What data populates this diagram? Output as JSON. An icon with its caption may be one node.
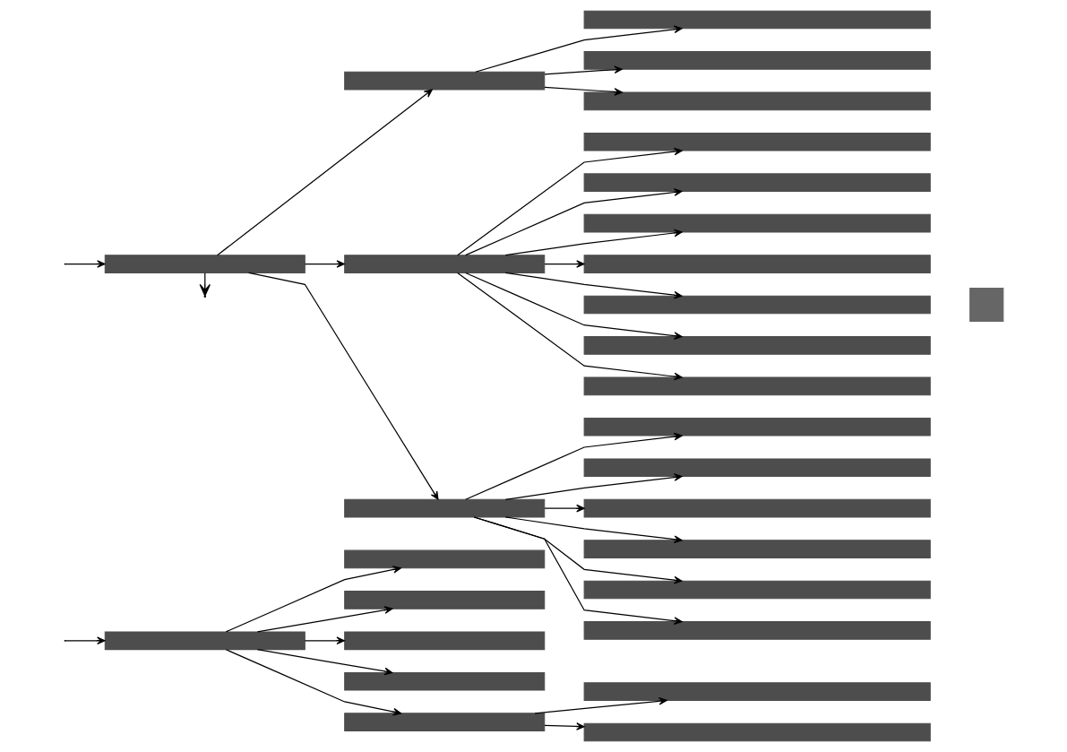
{
  "diagram": {
    "nodes": [
      {
        "text": [],
        "shape": "bar"
      },
      {
        "text": [],
        "shape": "bar"
      },
      {
        "text": [],
        "shape": "bar"
      },
      {
        "text": [],
        "shape": "bar"
      },
      {
        "text": [],
        "shape": "bar"
      },
      {
        "text": [],
        "shape": "bar"
      },
      {
        "text": [],
        "shape": "bar"
      },
      {
        "text": [],
        "shape": "bar"
      },
      {
        "text": [],
        "shape": "bar"
      },
      {
        "text": [],
        "shape": "bar"
      },
      {
        "text": [],
        "shape": "bar"
      },
      {
        "text": [],
        "shape": "bar"
      },
      {
        "text": [],
        "shape": "bar"
      },
      {
        "text": [],
        "shape": "bar"
      },
      {
        "text": [],
        "shape": "bar"
      },
      {
        "text": [],
        "shape": "bar"
      },
      {
        "text": [],
        "shape": "bar"
      },
      {
        "text": [],
        "shape": "bar"
      },
      {
        "text": [],
        "shape": "bar"
      },
      {
        "text": [],
        "shape": "bar"
      },
      {
        "text": [],
        "shape": "bar"
      },
      {
        "text": [],
        "shape": "bar"
      },
      {
        "text": [],
        "shape": "bar"
      },
      {
        "text": [],
        "shape": "bar"
      },
      {
        "text": [],
        "shape": "bar"
      },
      {
        "text": [],
        "shape": "bar"
      },
      {
        "text": [],
        "shape": "bar"
      },
      {
        "text": [],
        "shape": "bar"
      },
      {
        "text": [],
        "shape": "box"
      }
    ],
    "edges": [
      {
        "from": null,
        "to": 0,
        "arrow": "to"
      },
      {
        "from": 0,
        "to": 1,
        "arrow": "to"
      },
      {
        "from": 0,
        "to": 2,
        "arrow": "to"
      },
      {
        "from": 0,
        "to": 3,
        "arrow": "to"
      },
      {
        "from": 0,
        "to": 4,
        "arrow": "to"
      },
      {
        "from": 0,
        "to": 5,
        "arrow": "to"
      },
      {
        "from": 5,
        "to": 6,
        "arrow": "to"
      },
      {
        "from": 5,
        "to": 7,
        "arrow": "to"
      },
      {
        "from": null,
        "to": 8,
        "arrow": "to"
      },
      {
        "from": 8,
        "to": 9,
        "arrow": "to"
      },
      {
        "from": 8,
        "to": 13,
        "arrow": "to"
      },
      {
        "from": 8,
        "to": 21,
        "arrow": "to"
      },
      {
        "from": 8,
        "to": null,
        "arrow": "to"
      },
      {
        "from": 9,
        "to": 10,
        "arrow": "to"
      },
      {
        "from": 9,
        "to": 11,
        "arrow": "to"
      },
      {
        "from": 9,
        "to": 12,
        "arrow": "to"
      },
      {
        "from": 13,
        "to": 14,
        "arrow": "to"
      },
      {
        "from": 13,
        "to": 15,
        "arrow": "to"
      },
      {
        "from": 13,
        "to": 16,
        "arrow": "to"
      },
      {
        "from": 13,
        "to": 17,
        "arrow": "to"
      },
      {
        "from": 13,
        "to": 18,
        "arrow": "to"
      },
      {
        "from": 13,
        "to": 19,
        "arrow": "to"
      },
      {
        "from": 13,
        "to": 20,
        "arrow": "to"
      },
      {
        "from": 21,
        "to": 22,
        "arrow": "to"
      },
      {
        "from": 21,
        "to": 23,
        "arrow": "to"
      },
      {
        "from": 21,
        "to": 24,
        "arrow": "to"
      },
      {
        "from": 21,
        "to": 25,
        "arrow": "to"
      },
      {
        "from": 21,
        "to": 26,
        "arrow": "to"
      },
      {
        "from": 21,
        "to": 27,
        "arrow": "to"
      }
    ]
  }
}
